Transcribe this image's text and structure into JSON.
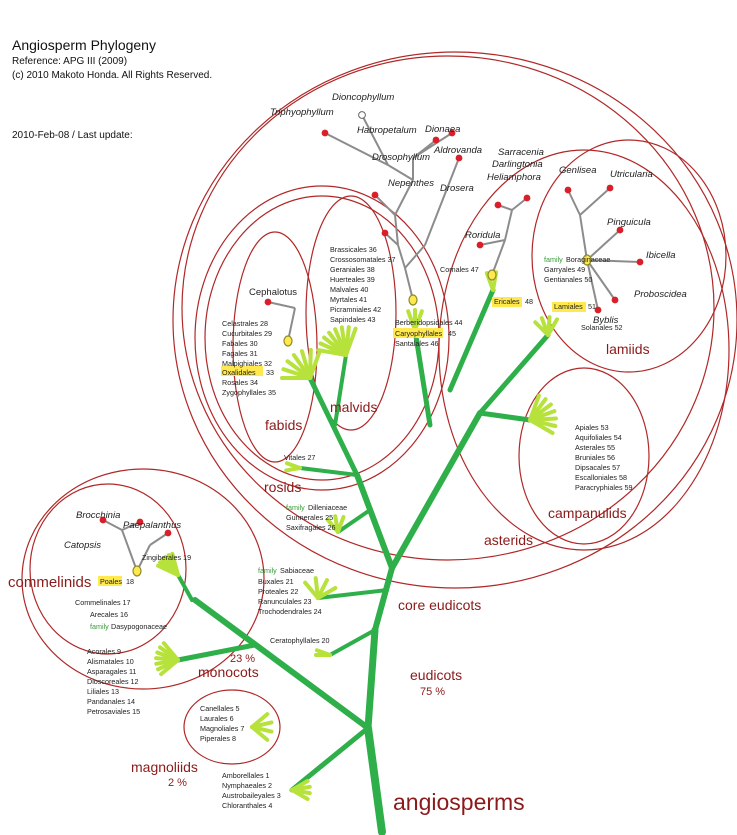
{
  "header": {
    "title": "Angiosperm Phylogeny",
    "reference": "Reference: APG III (2009)",
    "copyright": "(c) 2010 Makoto Honda. All Rights Reserved.",
    "update": "2010-Feb-08 / Last update:"
  },
  "groups": {
    "angiosperms": "angiosperms",
    "magnoliids": "magnoliids",
    "magnoliids_pct": "2 %",
    "monocots": "monocots",
    "monocots_pct": "23 %",
    "commelinids": "commelinids",
    "eudicots": "eudicots",
    "eudicots_pct": "75 %",
    "core_eudicots": "core eudicots",
    "rosids": "rosids",
    "fabids": "fabids",
    "malvids": "malvids",
    "asterids": "asterids",
    "lamiids": "lamiids",
    "campanulids": "campanulids"
  },
  "family_label": "family",
  "orders": {
    "basal": [
      "Amborellales 1",
      "Nymphaeales 2",
      "Austrobaileyales 3",
      "Chloranthales 4"
    ],
    "magnoliids": [
      "Canellales 5",
      "Laurales 6",
      "Magnoliales 7",
      "Piperales 8"
    ],
    "monocots": [
      "Acorales 9",
      "Alismatales 10",
      "Asparagales 11",
      "Dioscoreales 12",
      "Liliales 13",
      "Pandanales 14",
      "Petrosaviales 15"
    ],
    "commelinids": {
      "zingiberales": "Zingiberales 19",
      "poales": "Poales",
      "poales_num": "18",
      "commelinales": "Commelinales 17",
      "arecales": "Arecales 16",
      "dasypogon": "Dasypogonaceae"
    },
    "ceratophyllales": "Ceratophyllales 20",
    "early_eudicots": {
      "sabiaceae": "Sabiaceae",
      "list": [
        "Buxales 21",
        "Proteales 22",
        "Ranunculales 23",
        "Trochodendrales 24"
      ]
    },
    "core": {
      "dilleniaceae": "Dilleniaceae",
      "list": [
        "Gunnerales 25",
        "Saxifragales 26"
      ]
    },
    "vitales": "Vitales 27",
    "fabids": [
      "Celastrales 28",
      "Cucurbitales 29",
      "Fabales 30",
      "Fagales 31",
      "Malpighiales 32"
    ],
    "fabids_oxalidales": "Oxalidales",
    "fabids_oxalidales_num": "33",
    "fabids_tail": [
      "Rosales 34",
      "Zygophyllales 35"
    ],
    "malvids": [
      "Brassicales 36",
      "Crossosomatales 37",
      "Geraniales 38",
      "Huerteales 39",
      "Malvales 40",
      "Myrtales 41",
      "Picramniales 42",
      "Sapindales 43"
    ],
    "caryo": {
      "berberidopsidales": "Berberidopsidales 44",
      "caryophyllales": "Caryophyllales",
      "caryophyllales_num": "45",
      "santalales": "Santalales 46"
    },
    "cornales": "Cornales 47",
    "ericales": "Ericales",
    "ericales_num": "48",
    "lamiids": {
      "boraginaceae": "Boraginaceae",
      "garryales": "Garryales 49",
      "gentianales": "Gentianales 50",
      "lamiales": "Lamiales",
      "lamiales_num": "51",
      "solanales": "Solanales 52"
    },
    "campanulids": [
      "Apiales 53",
      "Aquifoliales 54",
      "Asterales 55",
      "Bruniales 56",
      "Dipsacales 57",
      "Escalloniales 58",
      "Paracryphiales 59"
    ]
  },
  "plants": {
    "brocchinia": "Brocchinia",
    "paepalanthus": "Paepalanthus",
    "catopsis": "Catopsis",
    "cephalotus": "Cephalotus",
    "dioncophyllum": "Dioncophyllum",
    "triphyophyllum": "Triphyophyllum",
    "habropetalum": "Habropetalum",
    "dionaea": "Dionaea",
    "aldrovanda": "Aldrovanda",
    "drosophyllum": "Drosophyllum",
    "nepenthes": "Nepenthes",
    "drosera": "Drosera",
    "sarracenia": "Sarracenia",
    "darlingtonia": "Darlingtonia",
    "heliamphora": "Heliamphora",
    "roridula": "Roridula",
    "genlisea": "Genlisea",
    "utricularia": "Utricularia",
    "pinguicula": "Pinguicula",
    "ibicella": "Ibicella",
    "byblis": "Byblis",
    "proboscidea": "Proboscidea"
  },
  "colors": {
    "trunk": "#2eaf4a",
    "leaf": "#b7e23c",
    "ellipse": "#b02828",
    "group_text": "#8b1a1a",
    "dot": "#d81f2a",
    "highlight": "#ffe94f",
    "family_text": "#3a9a3a",
    "plant_branch": "#8c8c8c"
  }
}
